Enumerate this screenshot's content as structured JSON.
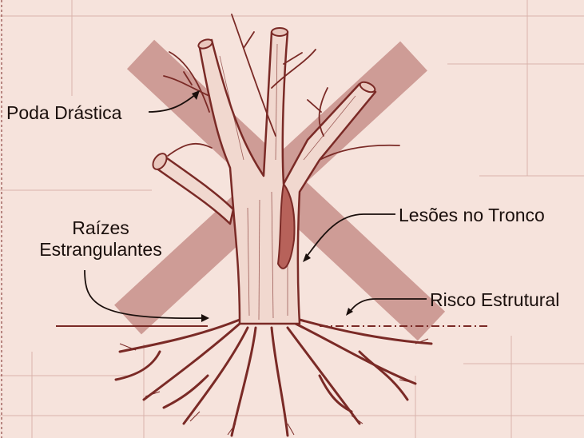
{
  "labels": {
    "poda": "Poda Drástica",
    "raizes_line1": "Raízes",
    "raizes_line2": "Estrangulantes",
    "lesoes": "Lesões no Tronco",
    "risco": "Risco Estrutural"
  },
  "colors": {
    "background": "#f6e3dc",
    "ink": "#7a2a26",
    "cross": "#c8908a",
    "grid": "#d9b3ab",
    "trunk_fill": "#f1d8cf",
    "label_text": "#1a0f0c"
  }
}
